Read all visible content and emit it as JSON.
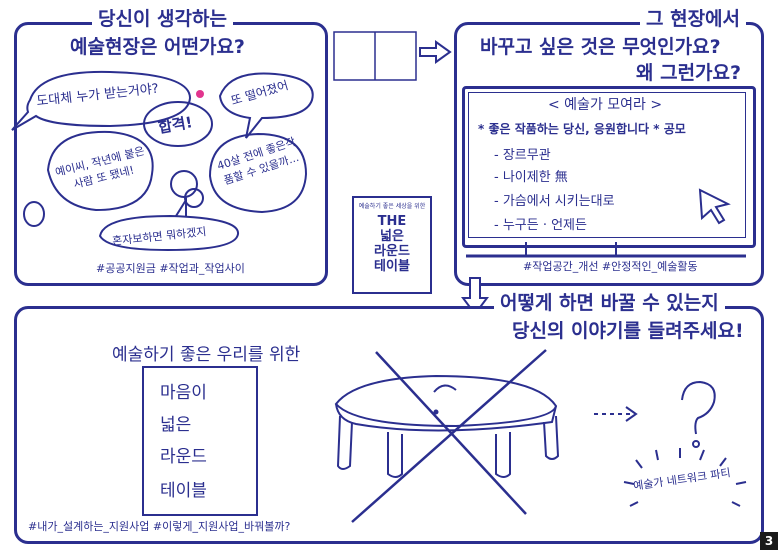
{
  "panel1": {
    "title_line1": "당신이 생각하는",
    "title_line2": "예술현장은 어떤가요?",
    "bubbles": [
      "도대체 누가 받는거야?",
      "합격!",
      "또 떨어졌어",
      "예이씨, 작년에 붙은 사람 또 됐네!",
      "40살 전에 좋은작품할 수 있을까...",
      "혼자보하면 뭐하겠지"
    ],
    "hashtags": "#공공지원금 #작업과_작업사이"
  },
  "panel2": {
    "title_line1": "그 현장에서",
    "title_line2": "바꾸고 싶은 것은 무엇인가요?",
    "title_line3": "왜 그런가요?",
    "screen_heading": "< 예술가 모여라 >",
    "screen_sub": "* 좋은 작품하는 당신, 응원합니다 * 공모",
    "screen_items": [
      "- 장르무관",
      "- 나이제한 無",
      "- 가슴에서 시키는대로",
      "- 누구든 · 언제든"
    ],
    "hashtags": "#작업공간_개선 #안정적인_예술활동"
  },
  "book": {
    "small_text": "예술하기 좋은 세상을 위한",
    "line1": "THE",
    "line2": "넓은",
    "line3": "라운드",
    "line4": "테이블"
  },
  "panel3": {
    "title_line1": "어떻게 하면 바꿀 수 있는지",
    "title_line2": "당신의 이야기를 들려주세요!",
    "heading": "예술하기 좋은 우리를 위한",
    "box_lines": [
      "마음이",
      "넓은",
      "라운드",
      "테이블"
    ],
    "side_note": "예술가 네트워크 파티",
    "hashtags": "#내가_설계하는_지원사업 #이렇게_지원사업_바꿔볼까?"
  },
  "page_number": "3"
}
